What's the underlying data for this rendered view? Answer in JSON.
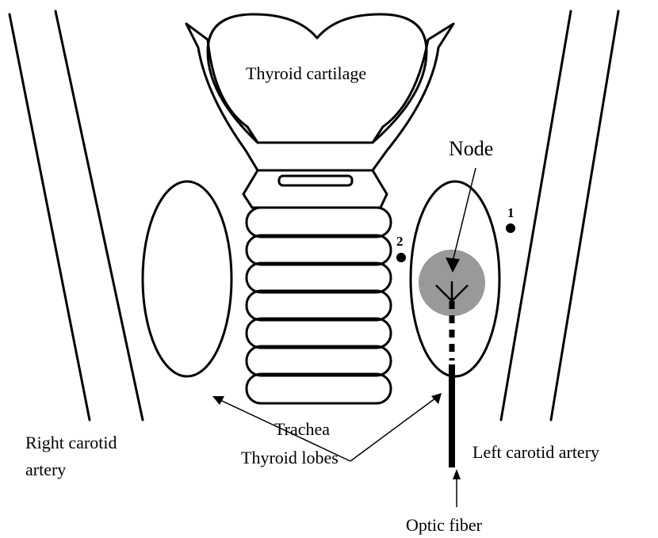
{
  "labels": {
    "thyroid_cartilage": "Thyroid cartilage",
    "node": "Node",
    "trachea": "Trachea",
    "thyroid_lobes": "Thyroid lobes",
    "right_carotid_line1": "Right carotid",
    "right_carotid_line2": "artery",
    "left_carotid": "Left carotid artery",
    "optic_fiber": "Optic fiber",
    "point_1": "1",
    "point_2": "2"
  },
  "colors": {
    "line": "#000000",
    "node_fill": "#999999",
    "background": "#ffffff"
  }
}
